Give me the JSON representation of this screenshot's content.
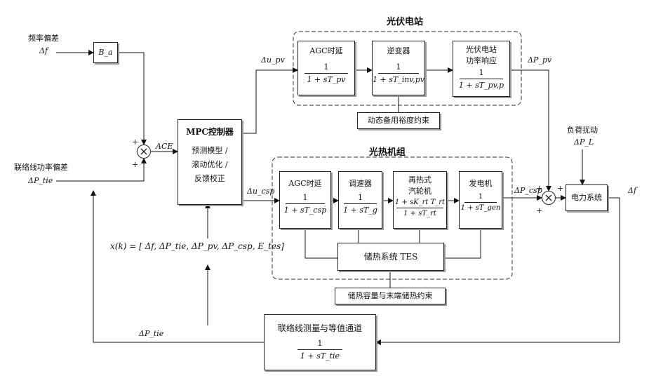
{
  "inputs": {
    "freq_dev_label": "频率偏差",
    "freq_dev_symbol": "Δf",
    "tie_dev_label": "联络线功率偏差",
    "tie_dev_symbol": "ΔP_tie",
    "bias_block": "B_a",
    "ace": "ACE"
  },
  "mpc": {
    "title": "MPC控制器",
    "line1": "预测模型 /",
    "line2": "滚动优化 /",
    "line3": "反馈校正",
    "out_pv": "Δu_pv",
    "out_csp": "Δu_csp"
  },
  "pv_station": {
    "title": "光伏电站",
    "blocks": [
      {
        "title": "AGC时延",
        "num": "1",
        "den": "1 + sT_pv"
      },
      {
        "title": "逆变器",
        "num": "1",
        "den": "1 + sT_inv,pv"
      },
      {
        "title": "光伏电站\n功率响应",
        "num": "1",
        "den": "1 + sT_pv,p"
      }
    ],
    "constraint": "动态备用裕度约束",
    "output": "ΔP_pv"
  },
  "csp_unit": {
    "title": "光热机组",
    "blocks": [
      {
        "title": "AGC时延",
        "num": "1",
        "den": "1 + sT_csp"
      },
      {
        "title": "调速器",
        "num": "1",
        "den": "1 + sT_g"
      },
      {
        "title": "再热式\n汽轮机",
        "num": "1 + sK_rt T_rt",
        "den": "1 + sT_rt"
      },
      {
        "title": "发电机",
        "num": "1",
        "den": "1 + sT_gen"
      }
    ],
    "tes": "储热系统  TES",
    "constraint": "储热容量与末端储热约束",
    "output": "ΔP_csp"
  },
  "load": {
    "label": "负荷扰动",
    "symbol": "ΔP_L"
  },
  "power_system": {
    "label": "电力系统",
    "output": "Δf"
  },
  "state_vector": "x(k) = [ Δf, ΔP_tie, ΔP_pv, ΔP_csp, E_tes]",
  "tie_channel": {
    "title": "联络线测量与等值通道",
    "num": "1",
    "den": "1 + sT_tie",
    "feedback": "ΔP_tie"
  },
  "signs": {
    "plus": "+"
  }
}
